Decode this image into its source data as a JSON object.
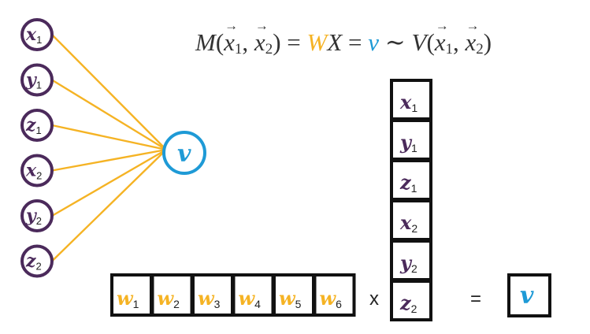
{
  "network": {
    "inputs": [
      {
        "var": "x",
        "index": "1"
      },
      {
        "var": "y",
        "index": "1"
      },
      {
        "var": "z",
        "index": "1"
      },
      {
        "var": "x",
        "index": "2"
      },
      {
        "var": "y",
        "index": "2"
      },
      {
        "var": "z",
        "index": "2"
      }
    ],
    "output": "v"
  },
  "equation": {
    "M": "M",
    "x": "x",
    "sub1": "1",
    "sub2": "2",
    "W": "W",
    "X": "X",
    "v": "v",
    "V": "V",
    "eq": "=",
    "sim": "∼"
  },
  "weights": [
    {
      "var": "w",
      "index": "1"
    },
    {
      "var": "w",
      "index": "2"
    },
    {
      "var": "w",
      "index": "3"
    },
    {
      "var": "w",
      "index": "4"
    },
    {
      "var": "w",
      "index": "5"
    },
    {
      "var": "w",
      "index": "6"
    }
  ],
  "times_symbol": "x",
  "equals_symbol": "=",
  "result": "v",
  "colors": {
    "purple": "#4b2a5b",
    "orange": "#f5b324",
    "blue": "#1e9ad6",
    "black": "#111111"
  }
}
